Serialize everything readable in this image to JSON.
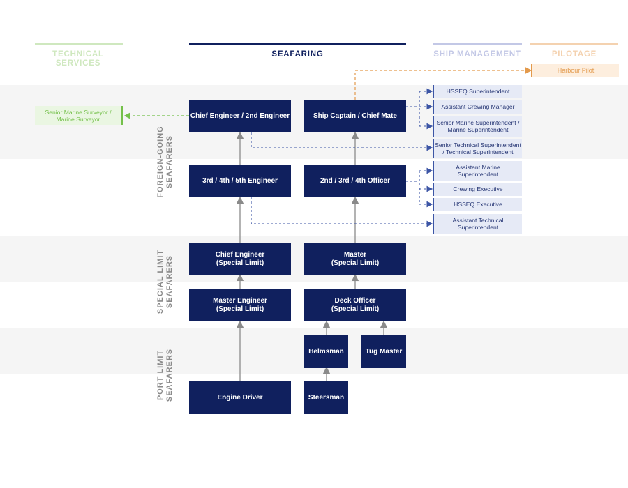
{
  "colors": {
    "navy": "#10205e",
    "arrow_gray": "#8a8a8a",
    "dashed_blue": "#3c55a5",
    "technical_green": "#74c04a",
    "pilotage_orange": "#e39a4c",
    "ship_mgmt_header": "#c3c8e6"
  },
  "headers": {
    "technical": "TECHNICAL SERVICES",
    "seafaring": "SEAFARING",
    "ship_management": "SHIP MANAGEMENT",
    "pilotage": "PILOTAGE"
  },
  "tiers": {
    "foreign_going": "FOREIGN-GOING\nSEAFARERS",
    "special_limit": "SPECIAL LIMIT\nSEAFARERS",
    "port_limit": "PORT LIMIT\nSEAFARERS"
  },
  "roles": {
    "chief_engineer": "Chief Engineer / 2nd Engineer",
    "ship_captain": "Ship Captain / Chief Mate",
    "engineer_345": "3rd / 4th / 5th Engineer",
    "officer_234": "2nd / 3rd / 4th Officer",
    "chief_engineer_sl": "Chief Engineer\n(Special Limit)",
    "master_sl": "Master\n(Special Limit)",
    "master_engineer_sl": "Master Engineer\n(Special Limit)",
    "deck_officer_sl": "Deck Officer\n(Special Limit)",
    "helmsman": "Helmsman",
    "tug_master": "Tug Master",
    "engine_driver": "Engine Driver",
    "steersman": "Steersman"
  },
  "ship_management": {
    "hsseq_superintendent": "HSSEQ Superintendent",
    "assistant_crewing_manager": "Assistant Crewing Manager",
    "senior_marine_superintendent": "Senior Marine Superintendent /\nMarine Superintendent",
    "senior_technical_superintendent": "Senior Technical Superintendent\n/ Technical Superintendent",
    "assistant_marine_superintendent": "Assistant Marine\nSuperintendent",
    "crewing_executive": "Crewing Executive",
    "hsseq_executive": "HSSEQ Executive",
    "assistant_technical_superintendent": "Assistant Technical\nSuperintendent"
  },
  "technical_services": {
    "marine_surveyor": "Senior Marine Surveyor /\nMarine Surveyor"
  },
  "pilotage": {
    "harbour_pilot": "Harbour Pilot"
  }
}
